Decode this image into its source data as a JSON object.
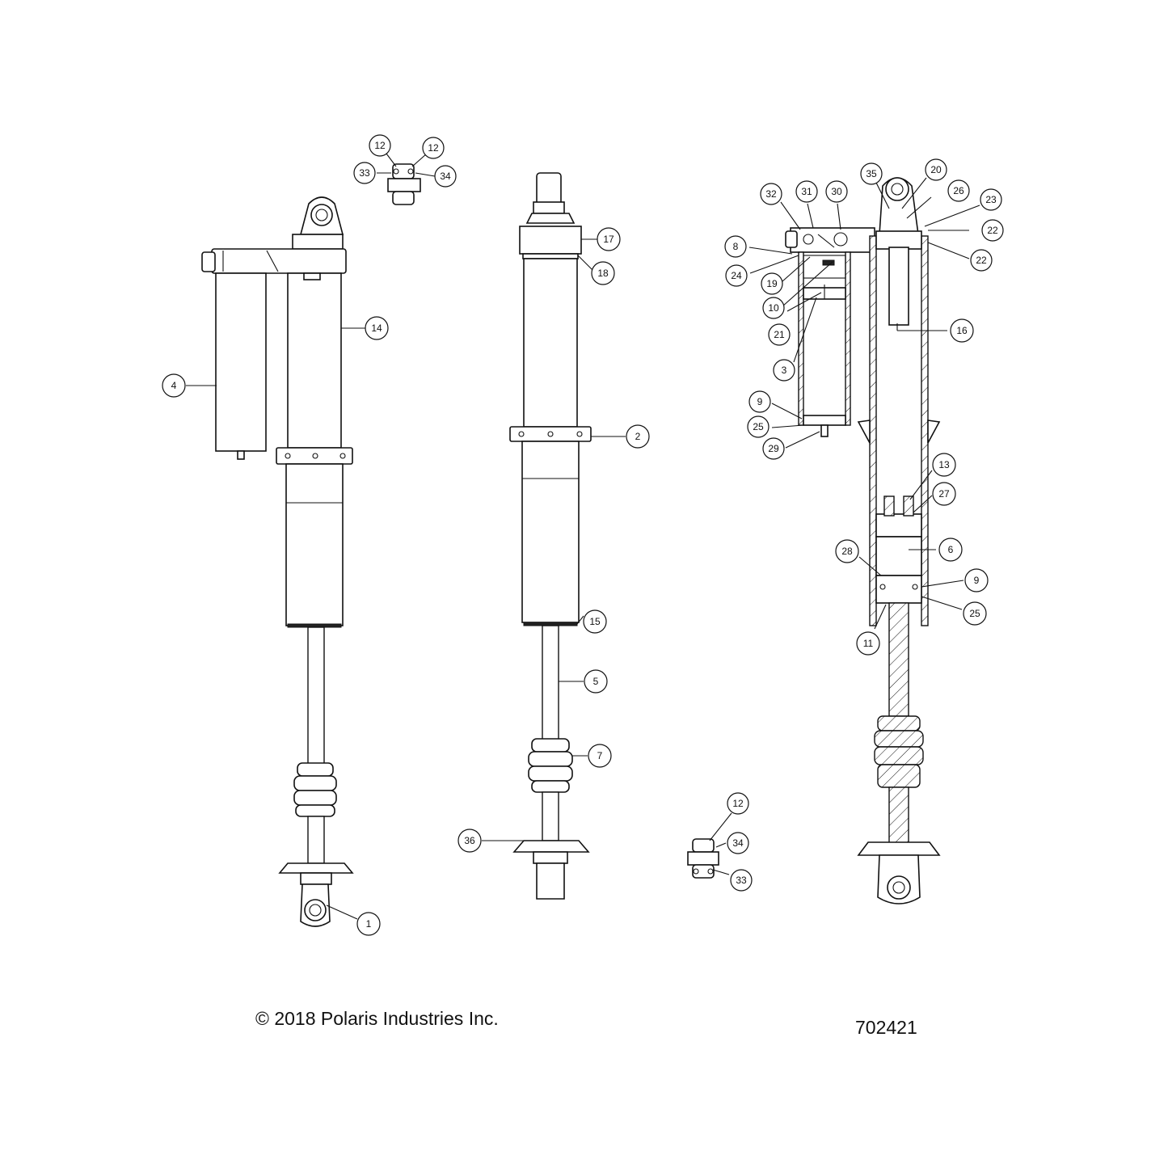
{
  "callouts": [
    {
      "label": "12"
    },
    {
      "label": "12"
    },
    {
      "label": "33"
    },
    {
      "label": "34"
    },
    {
      "label": "4"
    },
    {
      "label": "14"
    },
    {
      "label": "1"
    },
    {
      "label": "17"
    },
    {
      "label": "18"
    },
    {
      "label": "2"
    },
    {
      "label": "15"
    },
    {
      "label": "5"
    },
    {
      "label": "7"
    },
    {
      "label": "36"
    },
    {
      "label": "12"
    },
    {
      "label": "34"
    },
    {
      "label": "33"
    },
    {
      "label": "35"
    },
    {
      "label": "20"
    },
    {
      "label": "26"
    },
    {
      "label": "23"
    },
    {
      "label": "22"
    },
    {
      "label": "22"
    },
    {
      "label": "32"
    },
    {
      "label": "31"
    },
    {
      "label": "30"
    },
    {
      "label": "8"
    },
    {
      "label": "24"
    },
    {
      "label": "19"
    },
    {
      "label": "10"
    },
    {
      "label": "21"
    },
    {
      "label": "3"
    },
    {
      "label": "9"
    },
    {
      "label": "25"
    },
    {
      "label": "29"
    },
    {
      "label": "16"
    },
    {
      "label": "13"
    },
    {
      "label": "27"
    },
    {
      "label": "6"
    },
    {
      "label": "28"
    },
    {
      "label": "9"
    },
    {
      "label": "25"
    },
    {
      "label": "11"
    }
  ],
  "footer": {
    "copyright": "© 2018 Polaris Industries Inc.",
    "figure_number": "702421"
  }
}
